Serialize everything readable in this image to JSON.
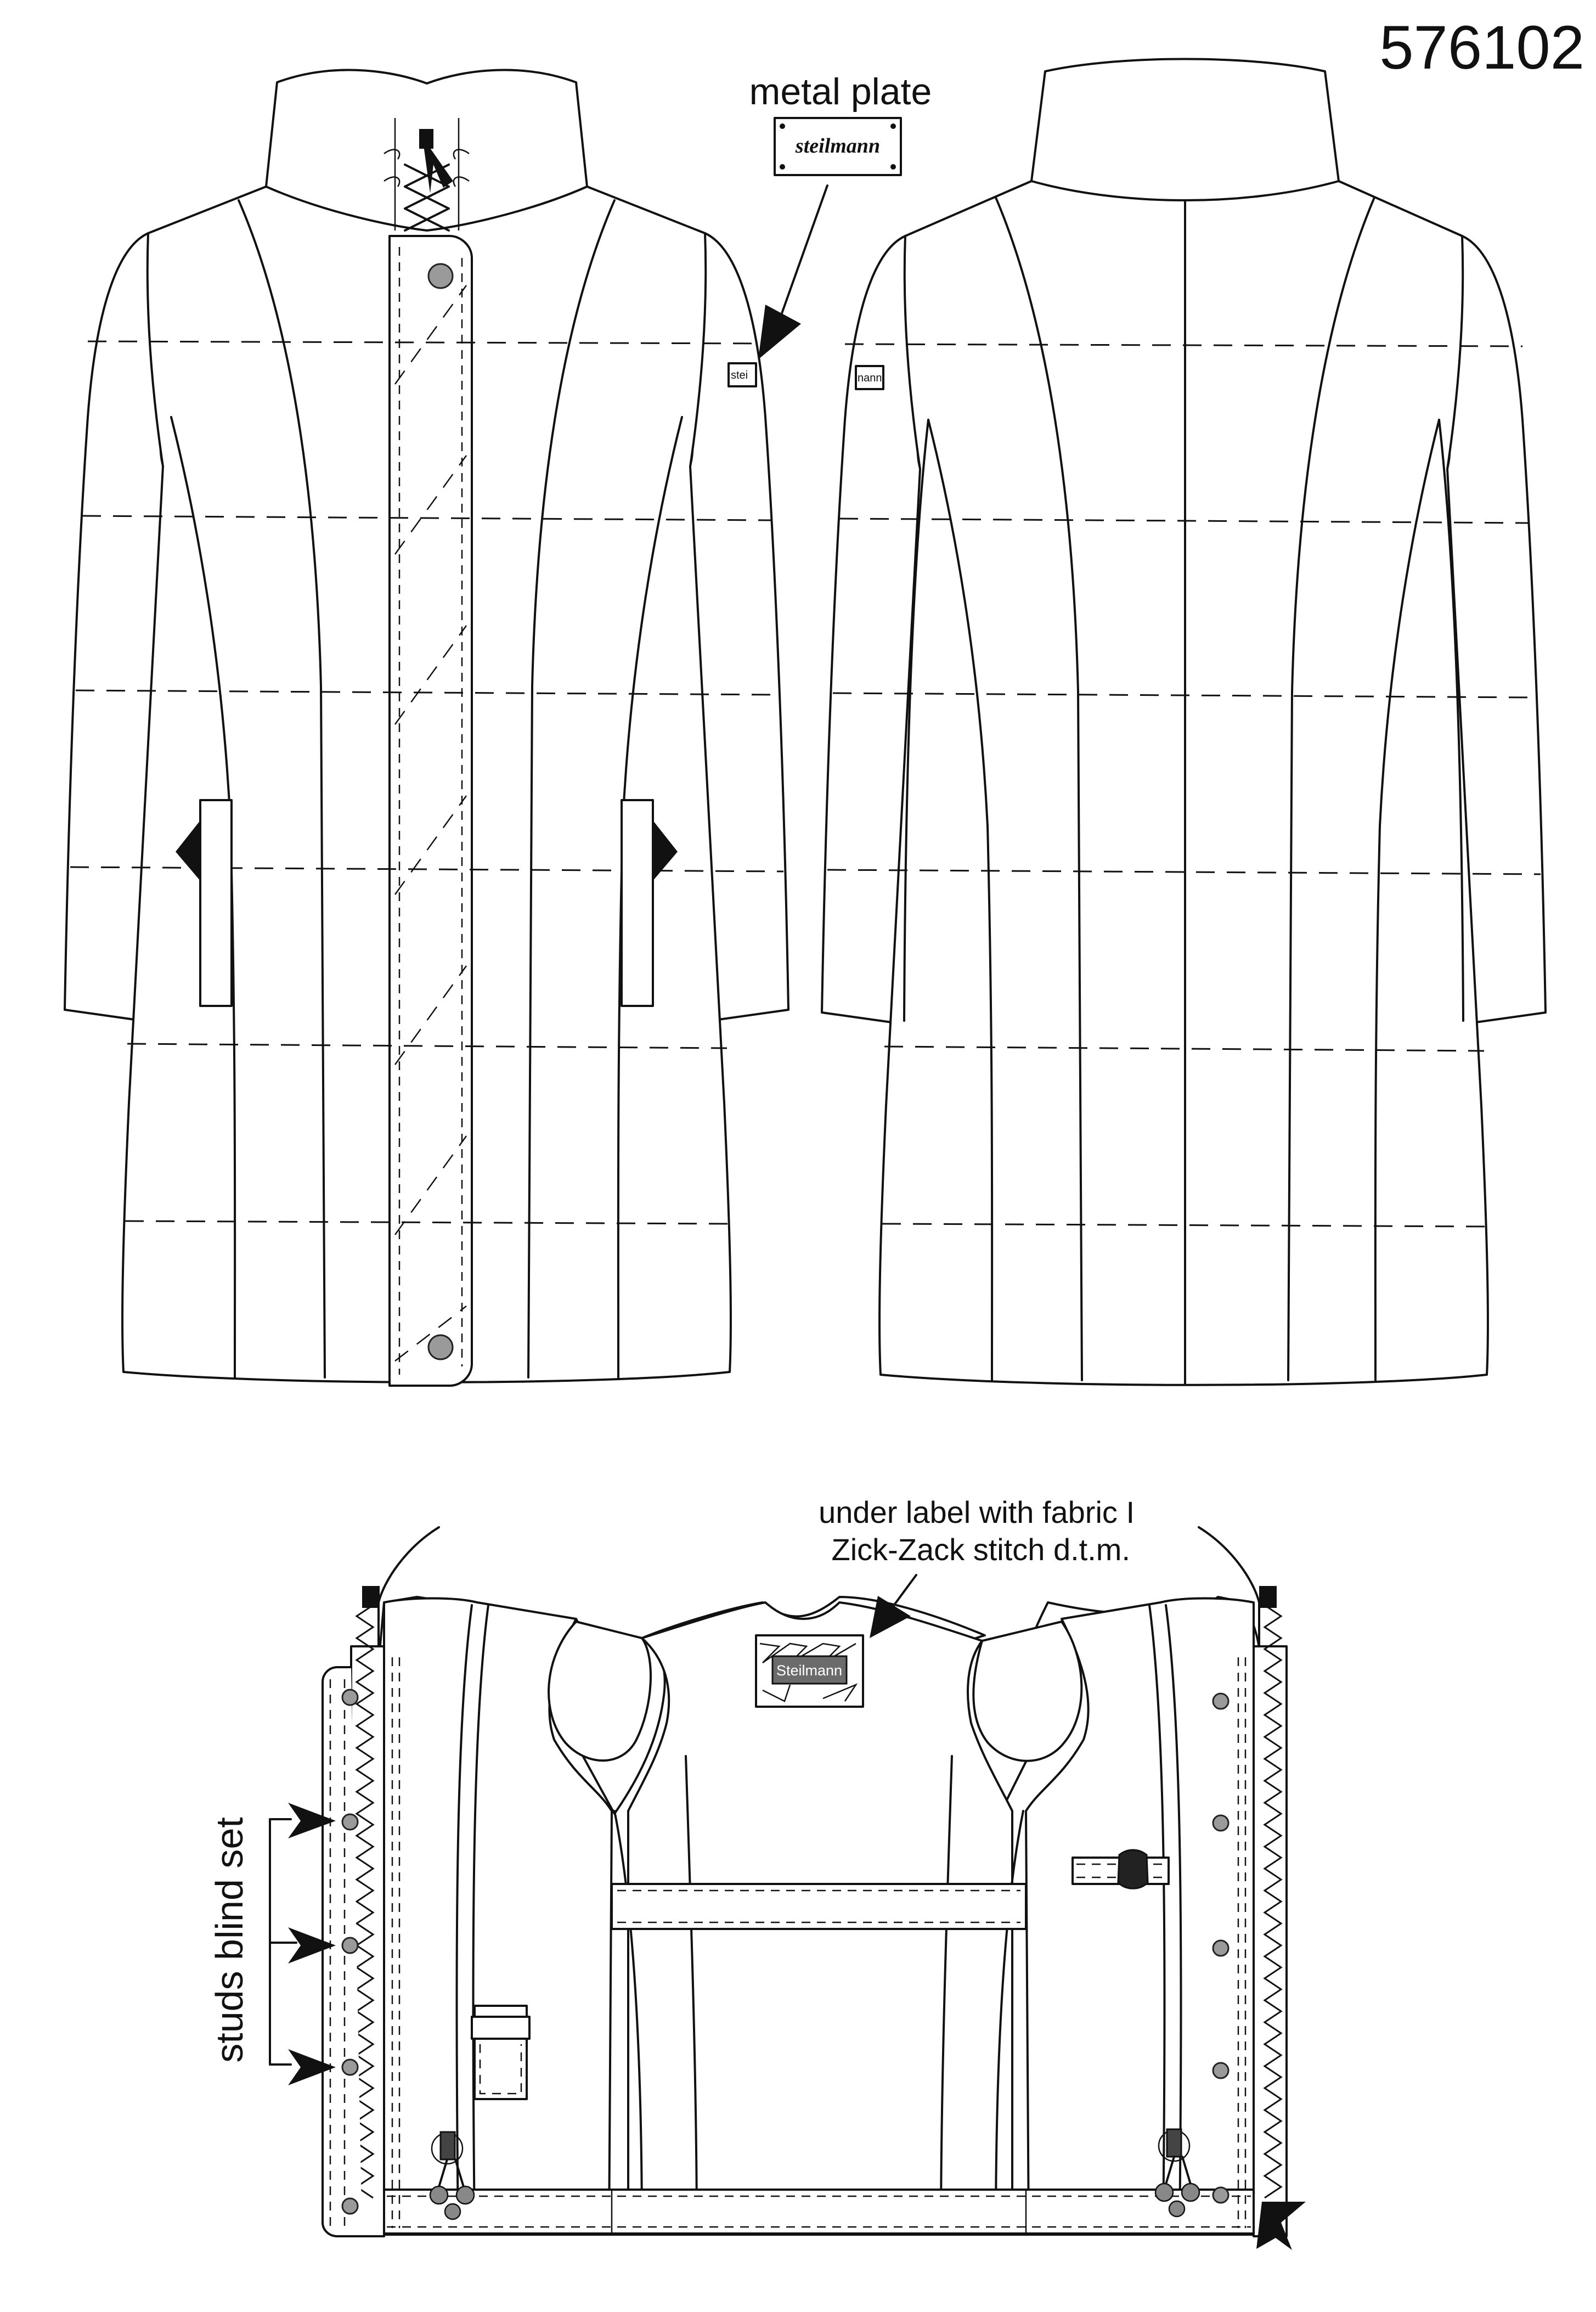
{
  "article_number": "576102",
  "brand": "steilmann",
  "callouts": {
    "metal_plate": "metal plate",
    "under_label_line1": "under label with fabric I",
    "under_label_line2": "Zick-Zack stitch d.t.m.",
    "studs": "studs blind set"
  },
  "labels": {
    "front_plate_fragment": "stei",
    "back_plate_fragment": "nann",
    "inner_label": "Steilmann"
  }
}
